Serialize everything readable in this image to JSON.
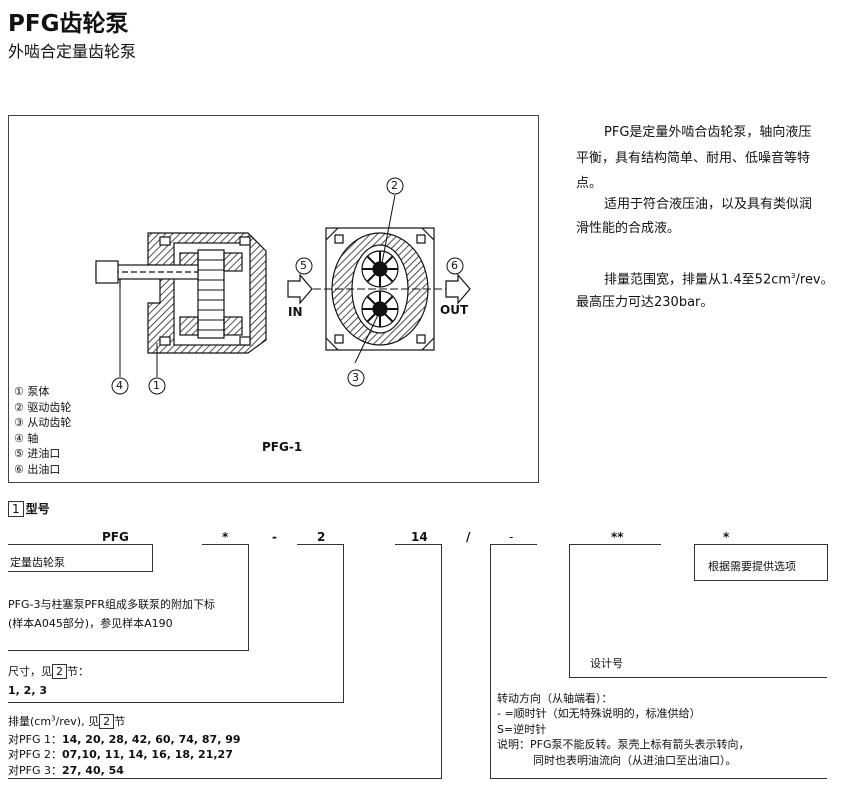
{
  "header": {
    "title": "PFG齿轮泵",
    "subtitle": "外啮合定量齿轮泵"
  },
  "figure": {
    "legend": [
      "① 泵体",
      "② 驱动齿轮",
      "③ 从动齿轮",
      "④ 轴",
      "⑤ 进油口",
      "⑥ 出油口"
    ],
    "label": "PFG-1",
    "callouts": [
      "1",
      "2",
      "3",
      "4",
      "5",
      "6"
    ],
    "in_label": "IN",
    "out_label": "OUT"
  },
  "description": {
    "line1": "PFG是定量外啮合齿轮泵，轴向液压",
    "line2": "平衡，具有结构简单、耐用、低噪音等特",
    "line3": "点。",
    "line4": "适用于符合液压油，以及具有类似润",
    "line5": "滑性能的合成液。",
    "disp_prefix": "排量范围宽，排量从1.4至52cm",
    "disp_sup": "3",
    "disp_suffix": "/rev。",
    "pressure": "最高压力可达230bar。"
  },
  "model": {
    "section_num": "1",
    "section_title": "型号",
    "codes": [
      "PFG",
      "*",
      "-",
      "2",
      "14",
      "/",
      "-",
      "**",
      "*"
    ],
    "name": "定量齿轮泵",
    "series_note_1": "PFG-3与柱塞泵PFR组成多联泵的附加下标",
    "series_note_2": "(样本A045部分)，参见样本A190",
    "size_label_pre": "尺寸，见",
    "size_ref": "2",
    "size_label_post": "节：",
    "size_values": "1, 2, 3",
    "disp_label_pre": "排量(cm",
    "disp_label_sup": "3",
    "disp_label_mid": "/rev), 见",
    "disp_ref": "2",
    "disp_label_post": "节",
    "pfg1_label": "对PFG 1：",
    "pfg1_values": "14, 20, 28, 42, 60, 74, 87, 99",
    "pfg2_label": "对PFG 2：",
    "pfg2_values": "07,10, 11, 14, 16, 18, 21,27",
    "pfg3_label": "对PFG 3：",
    "pfg3_values": "27, 40, 54",
    "design_no": "设计号",
    "options": "根据需要提供选项",
    "rot_title": "转动方向（从轴端看）：",
    "rot_cw": "- =顺时针（如无特殊说明的，标准供给）",
    "rot_ccw": "S=逆时针",
    "rot_note_1": "说明：PFG泵不能反转。泵壳上标有箭头表示转向，",
    "rot_note_2": "同时也表明油流向（从进油口至出油口）。"
  }
}
